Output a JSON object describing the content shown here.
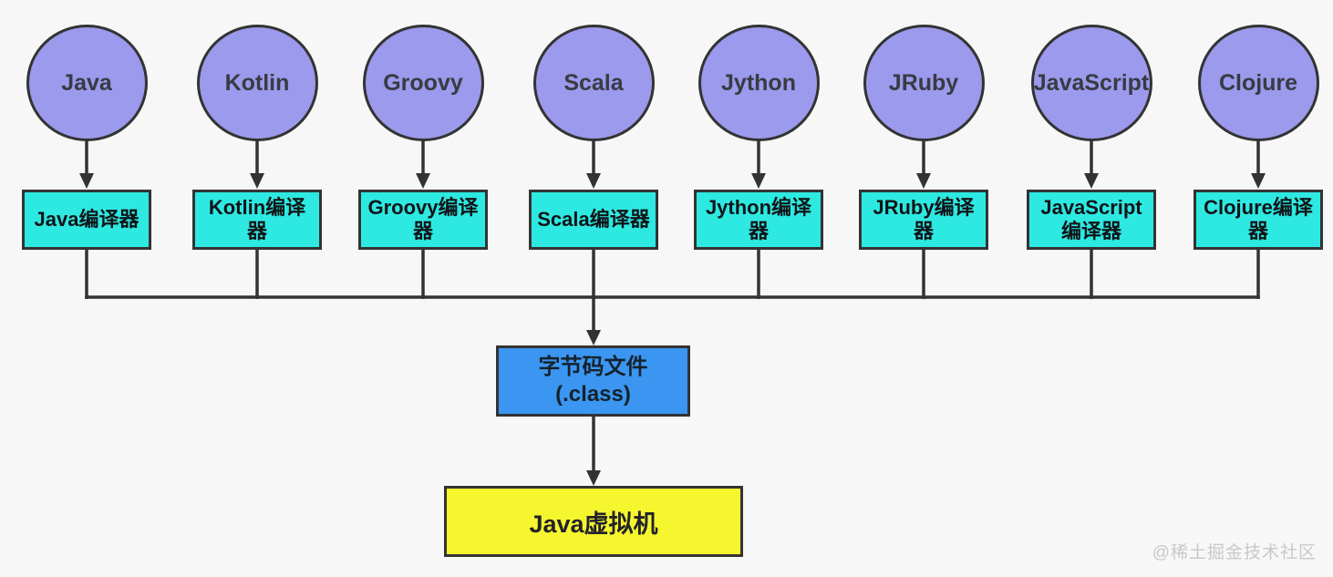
{
  "diagram": {
    "columns": [
      {
        "language": "Java",
        "compiler": "Java编译器"
      },
      {
        "language": "Kotlin",
        "compiler": "Kotlin编译器"
      },
      {
        "language": "Groovy",
        "compiler": "Groovy编译器"
      },
      {
        "language": "Scala",
        "compiler": "Scala编译器"
      },
      {
        "language": "Jython",
        "compiler": "Jython编译器"
      },
      {
        "language": "JRuby",
        "compiler": "JRuby编译器"
      },
      {
        "language": "JavaScript",
        "compiler": "JavaScript编译器"
      },
      {
        "language": "Clojure",
        "compiler": "Clojure编译器"
      }
    ],
    "bytecode": {
      "label": "字节码文件\n(.class)"
    },
    "jvm": {
      "label": "Java虚拟机"
    },
    "watermark": "@稀土掘金技术社区",
    "colors": {
      "background": "#f7f7f8",
      "language_circle_fill": "#9b9aec",
      "compiler_box_fill": "#2de9e1",
      "bytecode_box_fill": "#3b96f1",
      "jvm_box_fill": "#f6f62f",
      "stroke": "#333333",
      "watermark_text": "#c8c8c8"
    }
  }
}
